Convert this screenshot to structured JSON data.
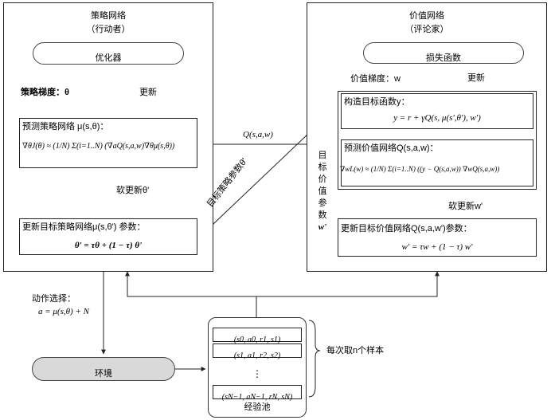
{
  "actor": {
    "title": "策略网络",
    "subtitle": "（行动者）",
    "optimizer": "优化器",
    "policy_grad_label": "策略梯度：θ",
    "update_label": "更新",
    "predict_title": "预测策略网络 μ(s,θ)：",
    "predict_formula": "∇θJ(θ) ≈ (1/N) Σ(i=1..N) (∇aQ(s,a,w)∇θμ(s,θ))",
    "soft_update_label": "软更新θ'",
    "target_title": "更新目标策略网络μ(s,θ') 参数：",
    "target_formula": "θ' = τθ + (1 − τ) θ'"
  },
  "critic": {
    "title": "价值网络",
    "subtitle": "（评论家）",
    "loss": "损失函数",
    "value_grad_label": "价值梯度：w",
    "update_label": "更新",
    "construct_title": "构造目标函数y：",
    "construct_formula": "y = r + γQ(s, μ(s',θ'), w')",
    "predict_title": "预测价值网络Q(s,a,w)：",
    "predict_formula": "∇wL(w) ≈ (1/N) Σ(i=1..N) ((y − Q(s,a,w)) ∇wQ(s,a,w))",
    "soft_update_label": "软更新w'",
    "target_title": "更新目标价值网络Q(s,a,w')参数：",
    "target_formula": "w' = τw + (1 − τ) w'",
    "side_label": [
      "目",
      "标",
      "价",
      "值",
      "参",
      "数",
      "w'"
    ]
  },
  "links": {
    "q_label": "Q(s,a,w)",
    "target_policy_param": "目标策略参数θ'",
    "action_select_label": "动作选择：",
    "action_formula": "a = μ(s,θ) + N"
  },
  "environment": {
    "label": "环境"
  },
  "replay": {
    "label": "经验池",
    "rows": [
      "(s0, a0, r1, s1)",
      "(s1, a1, r2, s2)",
      "⋮",
      "(sN−1, aN−1, rN, sN)"
    ],
    "sample_label": "每次取n个样本"
  }
}
